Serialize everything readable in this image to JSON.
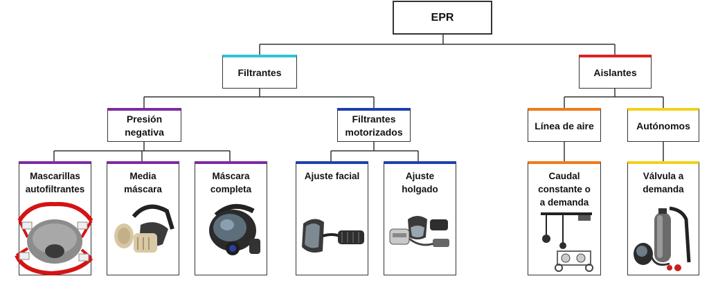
{
  "diagram": {
    "root": {
      "label": "EPR"
    },
    "filtrantes": {
      "label": "Filtrantes",
      "color": "#2ec4d6"
    },
    "aislantes": {
      "label": "Aislantes",
      "color": "#e02020"
    },
    "presion_negativa": {
      "label": "Presión\nnegativa",
      "color": "#7a2da0"
    },
    "filtrantes_motorizados": {
      "label": "Filtrantes\nmotorizados",
      "color": "#1f3fae"
    },
    "linea_de_aire": {
      "label": "Línea de aire",
      "color": "#f07a1a"
    },
    "autonomos": {
      "label": "Autónomos",
      "color": "#f2d21a"
    },
    "leaves": [
      {
        "label": "Mascarillas\nautofiltrantes",
        "color": "#7a2da0",
        "image": "disposable-mask"
      },
      {
        "label": "Media\nmáscara",
        "color": "#7a2da0",
        "image": "half-mask-respirator"
      },
      {
        "label": "Máscara\ncompleta",
        "color": "#7a2da0",
        "image": "full-face-mask"
      },
      {
        "label": "Ajuste facial",
        "color": "#1f3fae",
        "image": "papr-tight-fitting"
      },
      {
        "label": "Ajuste\nholgado",
        "color": "#1f3fae",
        "image": "papr-loose-fitting"
      },
      {
        "label": "Caudal\nconstante o\na demanda",
        "color": "#f07a1a",
        "image": "airline-system"
      },
      {
        "label": "Válvula a\ndemanda",
        "color": "#f2d21a",
        "image": "scba-cylinder"
      }
    ]
  }
}
